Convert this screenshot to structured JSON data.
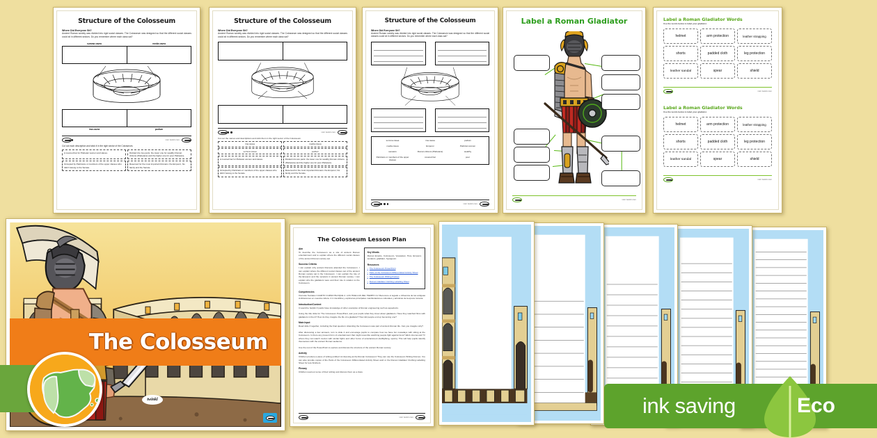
{
  "background_color": "#efdf9f",
  "accent_colors": {
    "eco_green": "#5da32c",
    "leaf_green": "#8cc63f",
    "poster_orange": "#f07d18",
    "title_green": "#2e9e1e",
    "link_blue": "#1a4fd0",
    "sky_blue": "#b3ddf5",
    "stone": "#e3cf93"
  },
  "worksheets": {
    "title": "Structure of the Colosseum",
    "section_heading": "Where Did Everyone Sit?",
    "intro": "Ancient Roman society was divided into rigid social classes. The Colosseum was designed so that the different social classes could sit in different sectors. Do you remember where each class sat?",
    "variant_a": {
      "instruction": "Cut out each description and stick it in the right sector of the Colosseum.",
      "top_labels": [
        "summa cavea",
        "media cavea"
      ],
      "bottom_labels": [
        "ima cavea",
        "podium"
      ],
      "cut_cards": [
        "A covered bar for Plebeian women and slaves.",
        "Divided into two parts: the lower one for wealthy Roman citizens (Plebeians) and the higher one for poor Plebeians.",
        "Occupied by Patricians or members of the upper classes who didn't belong to the Senate.",
        "Reserved for the most important Romans: the Emperor, his family and the Senate."
      ]
    },
    "variant_b": {
      "instruction": "Cut out the names and descriptions and stick them in the right sector of the Colosseum.",
      "name_cards": [
        "ima cavea",
        "media cavea",
        "summa cavea",
        "podium"
      ],
      "cut_cards": [
        "A covered bar for Plebeian women and slaves.",
        "Divided into two parts: the lower one for wealthy Roman citizens (Plebeians) and the higher one for poor Plebeians.",
        "Occupied by Patricians or members of the upper classes who didn't belong to the Senate.",
        "Reserved for the most important Romans: the Emperor, his family and the Senate."
      ]
    },
    "variant_c": {
      "word_bank": [
        "summa cavea",
        "ima cavea",
        "podium",
        "media cavea",
        "Emperor",
        "Patrician women",
        "senators",
        "Roman citizens (Plebeians)",
        "wealthy",
        "Patricians or members of the upper classes",
        "covered bar",
        "poor"
      ]
    }
  },
  "gladiator_poster": {
    "title": "Label a Roman Gladiator",
    "label_box_count": 9
  },
  "gladiator_words": {
    "title": "Label a Roman Gladiator Words",
    "subtitle": "Use the words below to label your gladiator.",
    "words": [
      "helmet",
      "arm protection",
      "leather strapping",
      "shorts",
      "padded cloth",
      "leg protection",
      "leather sandal",
      "spear",
      "shield"
    ],
    "repeat_count": 2
  },
  "main_poster": {
    "title": "The Colosseum",
    "watermark": "twinkl"
  },
  "lesson_plan": {
    "title": "The Colosseum Lesson Plan",
    "sections": [
      {
        "heading": "Aim",
        "body": "To describe the Colosseum as a site of ancient Roman entertainment and to explain where the different social classes of the ancient Roman society sat."
      },
      {
        "heading": "Success Criteria",
        "body": "I can explain why ancient Romans attended the Colosseum. I can explain where the different social classes sat of the ancient Roman society sat in the Colosseum. I can explain the role of the Emperor and the senators in ancient Roman society. I can explain who the gladiators were and their role in relation to the Colosseum."
      },
      {
        "heading": "Competencies",
        "body": "Ciencias Sociales CUARTO CURSO BLOQUE 4. LAS HUELLAS DEL TIEMPO 4.2 Reconoce el legado e influencia de las antiguas civilizaciones en nuestra cultura. 4.4. Identifica y explica las principales manifestaciones culturales y artísticas de la época romana."
      },
      {
        "heading": "Introduction/Context",
        "body": "It would be helpful if pupils have knowledge of other examples of Roman engineering such as aqueducts.\n\nUsing the title slide for The Colosseum PowerPoint, ask your pupils what they know about gladiators. Have they watched films with gladiators in them? How do they imagine the life of a gladiator? How did people end up becoming one?"
      },
      {
        "heading": "Main Input",
        "body": "Read slide 3 together, including the final question: Attending the Colosseum was part of ancient Roman life. Can you imagine why?\n\nAfter discussing a few answers, turn to slide 4 and encourage pupils to compare how we have fun nowadays with sitting at the Colosseum. Is there any present form of entertainment that might resemble watching people fight against lions? Elicit cinema and TV where they can watch movies with similar fights and other forms of entertainment (bullfighting, sports). This will help pupils identify themselves with the ancient Roman audience.\n\nUse the rest of the PowerPoint to explore and discuss the structure of the ancient Roman society."
      },
      {
        "heading": "Activity",
        "body": "Children produce a piece of writing entitled: An Evening at the Roman Colosseum! They can use the Colosseum Writing Frames. You can also provide copies of the Parts of the Colosseum Differentiated Activity Sheet and/ or the Roman Gladiator Clothing Labelling Sheet for less finishers."
      },
      {
        "heading": "Plenary",
        "body": "Children read out some of their writing and discuss them as a class."
      }
    ],
    "key_words_heading": "Key Words",
    "key_words": "Roman Empire, Colosseum, Vespasian, Titus, Emperor, senators, gladiator, hypogeum.",
    "resources_heading": "Resources",
    "resources": [
      "The Colosseum PowerPoint",
      "Parts of the Colosseum Differentiated Activity Sheet",
      "The Colosseum Writing Frames",
      "Roman Gladiator Clothing Labelling Sheet"
    ]
  },
  "writing_frames": {
    "count": 5,
    "line_counts": [
      0,
      8,
      12,
      16,
      20
    ]
  },
  "eco_badge": {
    "label": "ink saving",
    "eco_label": "Eco"
  }
}
